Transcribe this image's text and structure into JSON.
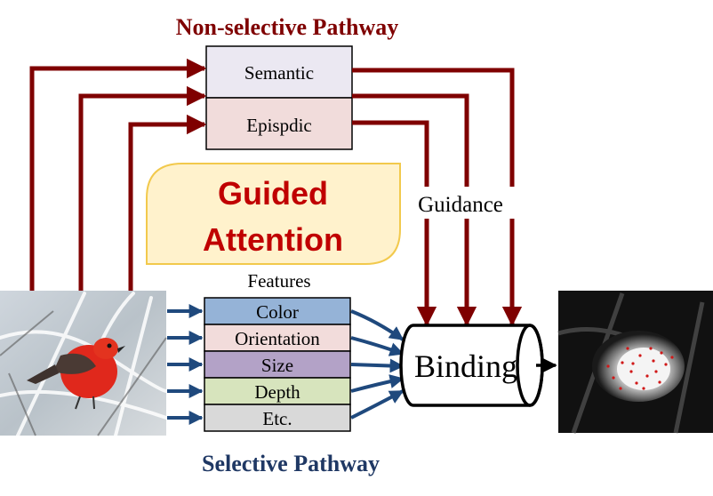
{
  "titles": {
    "non_selective": "Non-selective Pathway",
    "selective": "Selective Pathway"
  },
  "non_selective_boxes": [
    {
      "label": "Semantic",
      "fill": "#ebe8f2"
    },
    {
      "label": "Epispdic",
      "fill": "#f1dcdb"
    }
  ],
  "guided_attention": {
    "line1": "Guided",
    "line2": "Attention",
    "text_color": "#c00000",
    "fill": "#fff2cc",
    "stroke": "#f2c94c"
  },
  "guidance_label": "Guidance",
  "features_label": "Features",
  "features": [
    {
      "label": "Color",
      "fill": "#95b3d7"
    },
    {
      "label": "Orientation",
      "fill": "#f2dcdb"
    },
    {
      "label": "Size",
      "fill": "#b3a2c7"
    },
    {
      "label": "Depth",
      "fill": "#d7e4bd"
    },
    {
      "label": "Etc.",
      "fill": "#d9d9d9"
    }
  ],
  "binding_label": "Binding",
  "images": {
    "input": "bird-photo",
    "output": "saliency-map"
  },
  "colors": {
    "non_selective_arrow": "#7f0000",
    "selective_arrow": "#1f497d",
    "non_selective_title": "#7f0000",
    "selective_title": "#1f3864"
  }
}
